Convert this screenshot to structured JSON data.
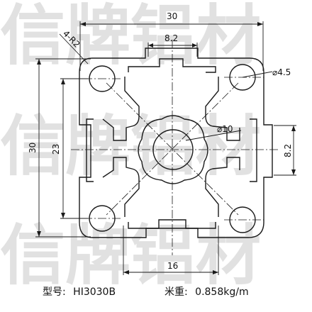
{
  "watermark": {
    "text": "信牌铝材"
  },
  "dimensions": {
    "overall_width": "30",
    "overall_height": "30",
    "slot_width": "8.2",
    "slot_width_side": "8.2",
    "hole_spacing_vertical": "23",
    "hole_spacing_horizontal": "16",
    "corner_hole_diameter": "⌀4.5",
    "center_hole_diameter": "⌀10",
    "corner_radius": "4-R2"
  },
  "caption": {
    "model_label": "型号:",
    "model_value": "HI3030B",
    "weight_label": "米重:",
    "weight_value": "0.858kg/m"
  },
  "colors": {
    "line": "#1a1a1a",
    "watermark": "#bdbdbd",
    "background": "#ffffff"
  }
}
